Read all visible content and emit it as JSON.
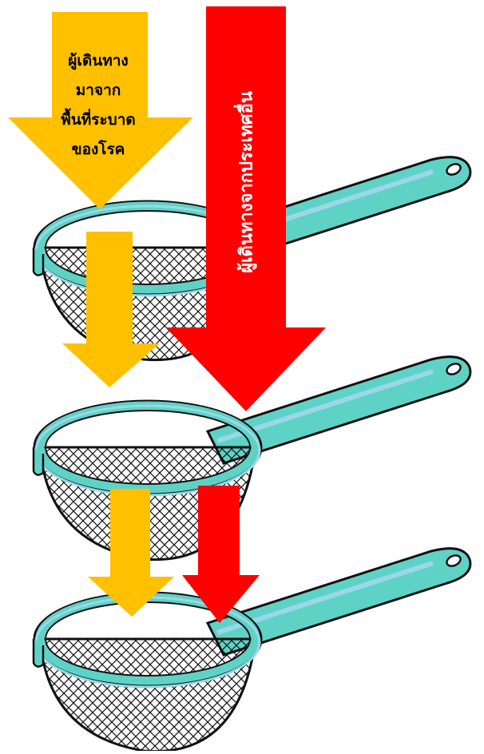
{
  "colors": {
    "yellow_arrow": "#FFC000",
    "red_arrow": "#FF0000",
    "strainer_rim": "#5fd2c6",
    "strainer_rim_inner": "#9ad8e8",
    "outline": "#111111"
  },
  "arrows": {
    "yellow_label_lines": [
      "ผู้เดินทาง",
      "มาจาก",
      "พื้นที่ระบาด",
      "ของโรค"
    ],
    "red_label": "ผู้เดินทางจากประเทศอื่น"
  },
  "icons": {
    "strainer": "sieve-icon"
  }
}
